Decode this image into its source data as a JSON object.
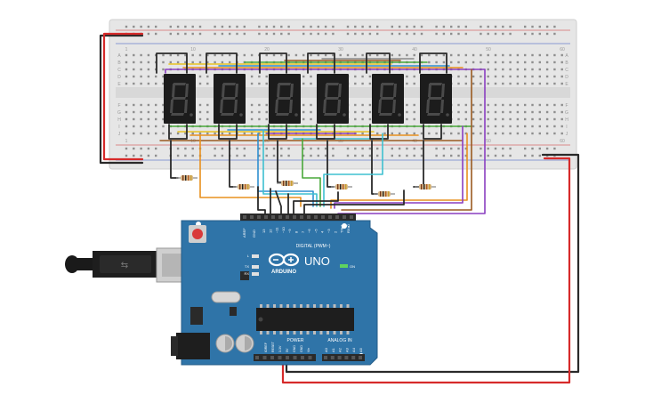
{
  "breadboard": {
    "column_labels": [
      "1",
      "10",
      "20",
      "30",
      "40",
      "50",
      "60"
    ],
    "row_labels_top": [
      "A",
      "B",
      "C",
      "D",
      "E"
    ],
    "row_labels_bottom": [
      "F",
      "G",
      "H",
      "I",
      "J"
    ]
  },
  "display": {
    "digit_count": 6,
    "segment_color": "#4a4a4a",
    "body_color": "#1c1c1c"
  },
  "arduino": {
    "logo_text": "ARDUINO",
    "model": "UNO",
    "digital_label": "DIGITAL (PWM~)",
    "power_label": "POWER",
    "analog_label": "ANALOG IN",
    "on_label": "ON",
    "tx_label": "TX",
    "rx_label": "RX",
    "l_label": "L",
    "aref_label": "AREF",
    "gnd_label": "GND",
    "digital_pins": [
      "13",
      "12",
      "~11",
      "~10",
      "~9",
      "8",
      "7",
      "~6",
      "~5",
      "4",
      "~3",
      "2",
      "TX▸1",
      "RX◂0"
    ],
    "power_pins": [
      "IOREF",
      "RESET",
      "3.3V",
      "5V",
      "GND",
      "GND",
      "Vin"
    ],
    "analog_pins": [
      "A0",
      "A1",
      "A2",
      "A3",
      "A4",
      "A5"
    ],
    "board_color": "#2f74a8"
  },
  "wire_colors": {
    "red": "#d62a2a",
    "black": "#2a2a2a",
    "orange": "#e8901e",
    "yellow": "#e8c422",
    "green": "#49a83a",
    "blue": "#2f8fd0",
    "cyan": "#3ec0d0",
    "purple": "#8a3fc0",
    "brown": "#9a5a20",
    "gray": "#8a8a8a"
  }
}
